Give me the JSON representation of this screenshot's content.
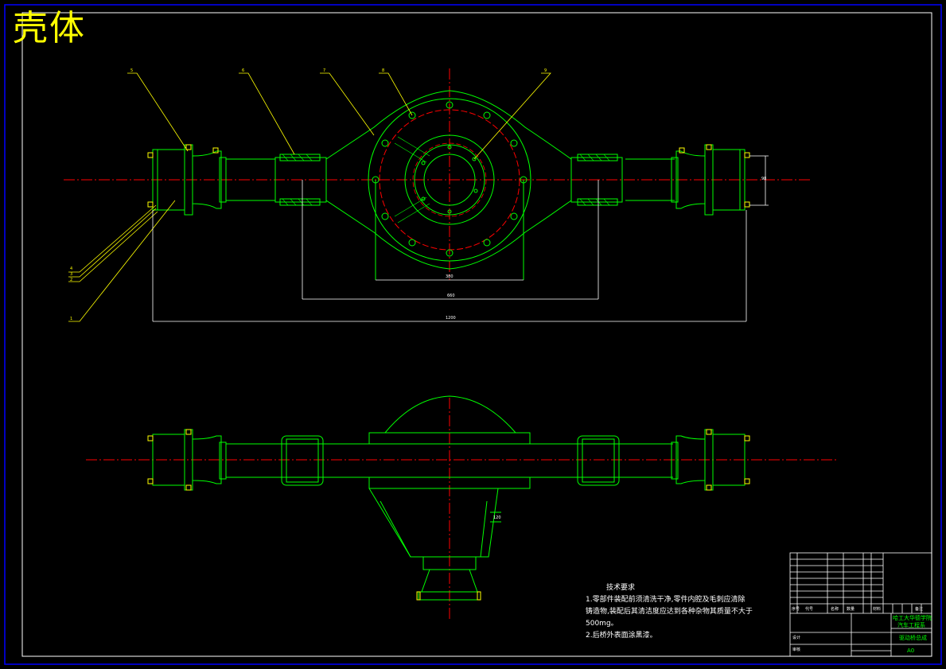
{
  "title": "壳体",
  "balloons": [
    "5",
    "6",
    "7",
    "8",
    "9",
    "4",
    "3",
    "2",
    "1"
  ],
  "dimensions": {
    "inner": "380",
    "middle": "660",
    "overall": "1200",
    "height": "98",
    "lower_small": "120"
  },
  "tech_requirements": {
    "heading": "技术要求",
    "line1": "1.零部件装配前须清洗干净,零件内腔及毛刺应清除",
    "line2": "铸造物,装配后其清洁度应达到各种杂物其质量不大于",
    "line3": "500mg。",
    "line4": "2.后桥外表面涂黑漆。"
  },
  "title_block": {
    "school": "哈工大华德学院",
    "dept": "汽车工程系",
    "drawing_name": "驱动桥总成",
    "scale": "A0",
    "designer_label": "设计",
    "checker_label": "审核",
    "parts_row_labels": [
      "序号",
      "代号",
      "名称",
      "数量",
      "材料",
      "备注"
    ]
  },
  "colors": {
    "border": "#0000ff",
    "outline": "#00ff00",
    "centerline": "#ff0000",
    "leader": "#ffff00",
    "dimension": "#ffffff"
  }
}
